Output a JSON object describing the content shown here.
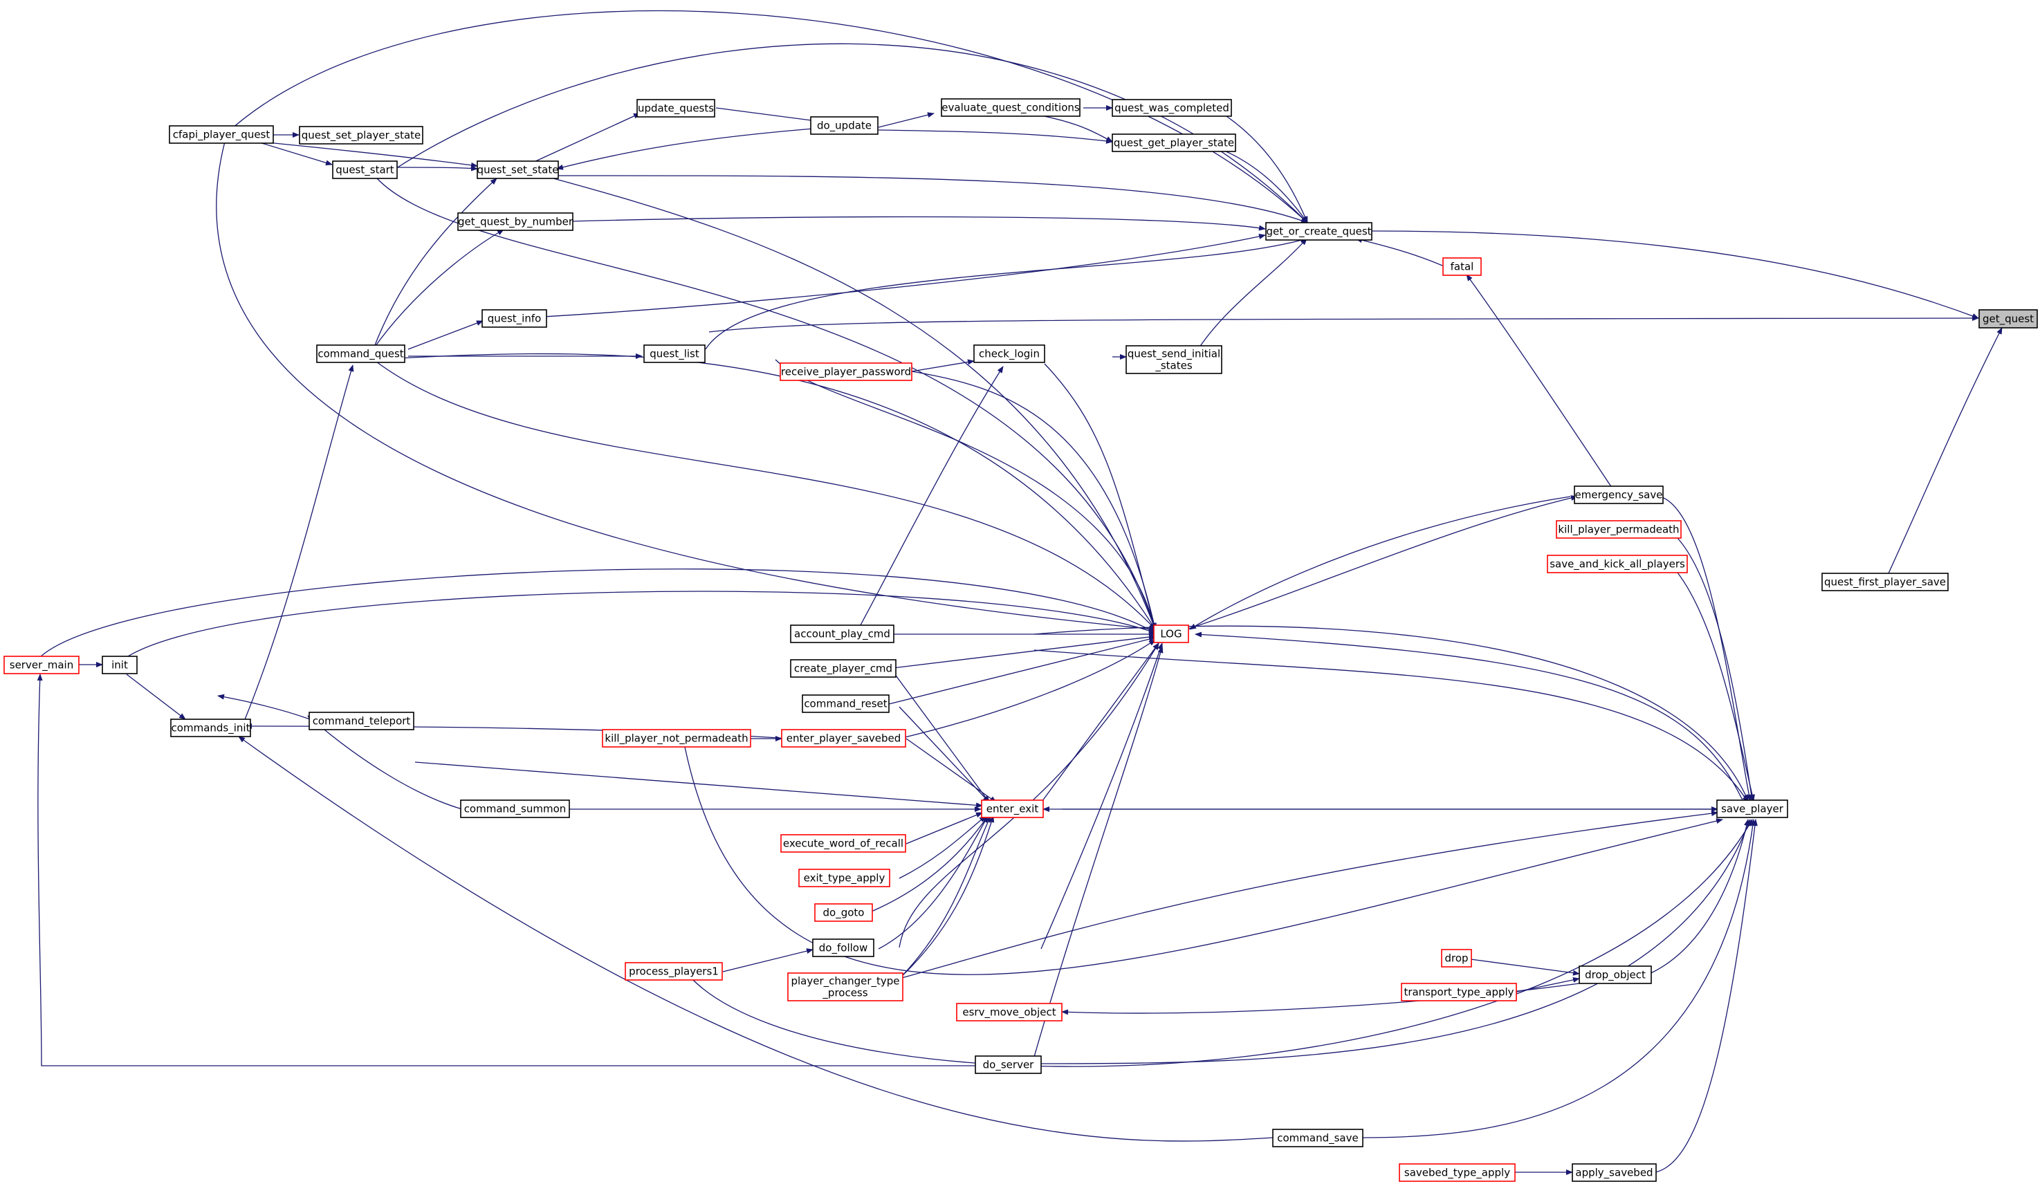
{
  "colors": {
    "edge": "#191970",
    "node_border": "#000000",
    "linked_border": "#ff0000",
    "highlight_fill": "#bfbfbf",
    "text": "#000000",
    "background": "#ffffff"
  },
  "nodes": [
    {
      "id": "get_quest",
      "label": [
        "get_quest"
      ],
      "style": "highlight"
    },
    {
      "id": "get_or_create_quest",
      "label": [
        "get_or_create_quest"
      ],
      "style": "plain"
    },
    {
      "id": "quest_first_player_save",
      "label": [
        "quest_first_player_save"
      ],
      "style": "plain"
    },
    {
      "id": "fatal",
      "label": [
        "fatal"
      ],
      "style": "linked"
    },
    {
      "id": "quest_was_completed",
      "label": [
        "quest_was_completed"
      ],
      "style": "plain"
    },
    {
      "id": "quest_get_player_state",
      "label": [
        "quest_get_player_state"
      ],
      "style": "plain"
    },
    {
      "id": "evaluate_quest_conditions",
      "label": [
        "evaluate_quest_conditions"
      ],
      "style": "plain"
    },
    {
      "id": "do_update",
      "label": [
        "do_update"
      ],
      "style": "plain"
    },
    {
      "id": "update_quests",
      "label": [
        "update_quests"
      ],
      "style": "plain"
    },
    {
      "id": "quest_set_state",
      "label": [
        "quest_set_state"
      ],
      "style": "plain"
    },
    {
      "id": "quest_set_player_state",
      "label": [
        "quest_set_player_state"
      ],
      "style": "plain"
    },
    {
      "id": "quest_start",
      "label": [
        "quest_start"
      ],
      "style": "plain"
    },
    {
      "id": "cfapi_player_quest",
      "label": [
        "cfapi_player_quest"
      ],
      "style": "plain"
    },
    {
      "id": "get_quest_by_number",
      "label": [
        "get_quest_by_number"
      ],
      "style": "plain"
    },
    {
      "id": "quest_info",
      "label": [
        "quest_info"
      ],
      "style": "plain"
    },
    {
      "id": "quest_list",
      "label": [
        "quest_list"
      ],
      "style": "plain"
    },
    {
      "id": "command_quest",
      "label": [
        "command_quest"
      ],
      "style": "plain"
    },
    {
      "id": "quest_send_initial_states",
      "label": [
        "quest_send_initial",
        "_states"
      ],
      "style": "plain"
    },
    {
      "id": "check_login",
      "label": [
        "check_login"
      ],
      "style": "plain"
    },
    {
      "id": "receive_player_password",
      "label": [
        "receive_player_password"
      ],
      "style": "linked"
    },
    {
      "id": "emergency_save",
      "label": [
        "emergency_save"
      ],
      "style": "plain"
    },
    {
      "id": "kill_player_permadeath",
      "label": [
        "kill_player_permadeath"
      ],
      "style": "linked"
    },
    {
      "id": "save_and_kick_all_players",
      "label": [
        "save_and_kick_all_players"
      ],
      "style": "linked"
    },
    {
      "id": "LOG",
      "label": [
        "LOG"
      ],
      "style": "linked"
    },
    {
      "id": "account_play_cmd",
      "label": [
        "account_play_cmd"
      ],
      "style": "plain"
    },
    {
      "id": "create_player_cmd",
      "label": [
        "create_player_cmd"
      ],
      "style": "plain"
    },
    {
      "id": "command_reset",
      "label": [
        "command_reset"
      ],
      "style": "plain"
    },
    {
      "id": "enter_player_savebed",
      "label": [
        "enter_player_savebed"
      ],
      "style": "linked"
    },
    {
      "id": "kill_player_not_permadeath",
      "label": [
        "kill_player_not_permadeath"
      ],
      "style": "linked"
    },
    {
      "id": "server_main",
      "label": [
        "server_main"
      ],
      "style": "linked"
    },
    {
      "id": "init",
      "label": [
        "init"
      ],
      "style": "plain"
    },
    {
      "id": "commands_init",
      "label": [
        "commands_init"
      ],
      "style": "plain"
    },
    {
      "id": "command_teleport",
      "label": [
        "command_teleport"
      ],
      "style": "plain"
    },
    {
      "id": "command_summon",
      "label": [
        "command_summon"
      ],
      "style": "plain"
    },
    {
      "id": "enter_exit",
      "label": [
        "enter_exit"
      ],
      "style": "linked"
    },
    {
      "id": "save_player",
      "label": [
        "save_player"
      ],
      "style": "plain"
    },
    {
      "id": "execute_word_of_recall",
      "label": [
        "execute_word_of_recall"
      ],
      "style": "linked"
    },
    {
      "id": "exit_type_apply",
      "label": [
        "exit_type_apply"
      ],
      "style": "linked"
    },
    {
      "id": "do_goto",
      "label": [
        "do_goto"
      ],
      "style": "linked"
    },
    {
      "id": "do_follow",
      "label": [
        "do_follow"
      ],
      "style": "plain"
    },
    {
      "id": "process_players1",
      "label": [
        "process_players1"
      ],
      "style": "linked"
    },
    {
      "id": "player_changer_type_process",
      "label": [
        "player_changer_type",
        "_process"
      ],
      "style": "linked"
    },
    {
      "id": "esrv_move_object",
      "label": [
        "esrv_move_object"
      ],
      "style": "linked"
    },
    {
      "id": "drop",
      "label": [
        "drop"
      ],
      "style": "linked"
    },
    {
      "id": "transport_type_apply",
      "label": [
        "transport_type_apply"
      ],
      "style": "linked"
    },
    {
      "id": "drop_object",
      "label": [
        "drop_object"
      ],
      "style": "plain"
    },
    {
      "id": "do_server",
      "label": [
        "do_server"
      ],
      "style": "plain"
    },
    {
      "id": "command_save",
      "label": [
        "command_save"
      ],
      "style": "plain"
    },
    {
      "id": "savebed_type_apply",
      "label": [
        "savebed_type_apply"
      ],
      "style": "linked"
    },
    {
      "id": "apply_savebed",
      "label": [
        "apply_savebed"
      ],
      "style": "plain"
    }
  ]
}
